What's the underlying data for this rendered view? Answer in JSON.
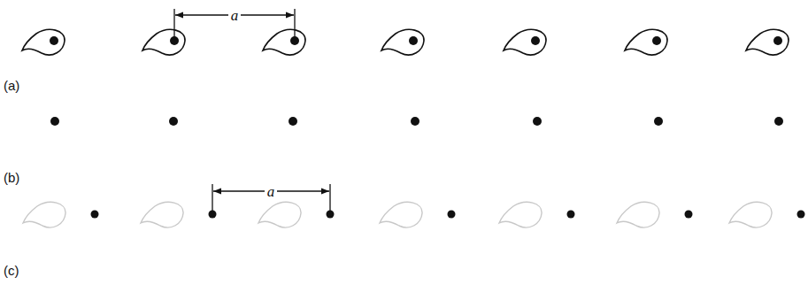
{
  "diagram": {
    "labels": [
      "a",
      "(a)",
      "(b)",
      "a",
      "(c)"
    ]
  }
}
